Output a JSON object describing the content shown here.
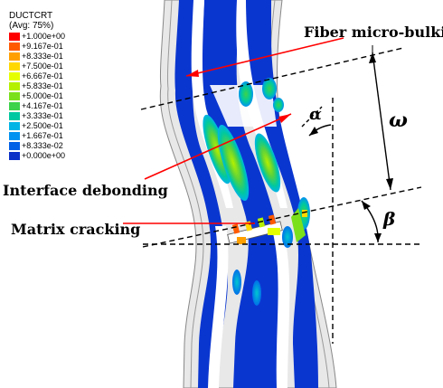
{
  "legend": {
    "title": "DUCTCRT",
    "subtitle": "(Avg: 75%)",
    "entries": [
      {
        "label": "+1.000e+00",
        "color": "#ff0000"
      },
      {
        "label": "+9.167e-01",
        "color": "#ff5a00"
      },
      {
        "label": "+8.333e-01",
        "color": "#ffa000"
      },
      {
        "label": "+7.500e-01",
        "color": "#ffd800"
      },
      {
        "label": "+6.667e-01",
        "color": "#e6ff00"
      },
      {
        "label": "+5.833e-01",
        "color": "#b4f000"
      },
      {
        "label": "+5.000e-01",
        "color": "#7ae01c"
      },
      {
        "label": "+4.167e-01",
        "color": "#3cd24a"
      },
      {
        "label": "+3.333e-01",
        "color": "#00c8a0"
      },
      {
        "label": "+2.500e-01",
        "color": "#00b4e6"
      },
      {
        "label": "+1.667e-01",
        "color": "#0092f0"
      },
      {
        "label": "+8.333e-02",
        "color": "#0060e6"
      },
      {
        "label": "+0.000e+00",
        "color": "#0a30c8"
      }
    ]
  },
  "annotations": {
    "fiber": "Fiber micro-bulking",
    "interface": "Interface debonding",
    "matrix": "Matrix cracking"
  },
  "angles": {
    "alpha": "α",
    "omega": "ω",
    "beta": "β"
  }
}
